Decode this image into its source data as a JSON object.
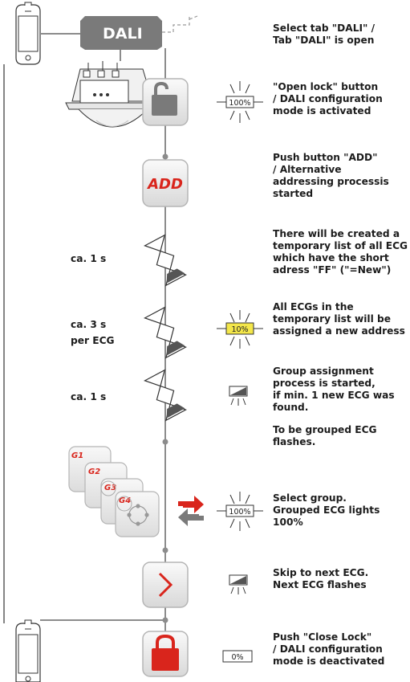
{
  "tab_label": "DALI",
  "add_button_label": "ADD",
  "descriptions": {
    "select_tab": "Select tab \"DALI\" /\nTab \"DALI\" is open",
    "open_lock": "\"Open lock\" button\n/ DALI configuration\nmode is activated",
    "push_add": "Push button \"ADD\"\n/ Alternative\naddressing processis\nstarted",
    "temp_list": "There will be created a\ntemporary list of all ECG\nwhich have the short\nadress \"FF\" (\"=New\")",
    "assign_address": "All ECGs in the\ntemporary list will be\nassigned a new address",
    "group_assignment": "Group assignment\nprocess is started,\nif min. 1 new ECG was\nfound.",
    "grouped_flash": "To be grouped ECG\nflashes.",
    "select_group": "Select group.\nGrouped ECG lights\n100%",
    "skip_next": "Skip to next  ECG.\nNext ECG flashes",
    "close_lock": "Push \"Close Lock\"\n/ DALI configuration\nmode is deactivated"
  },
  "timings": {
    "step1": "ca. 1 s",
    "step2": "ca. 3 s\nper ECG",
    "step3": "ca. 1 s"
  },
  "lamp_levels": {
    "open_lock": "100%",
    "assign": "10%",
    "select_group": "100%",
    "close_lock": "0%"
  },
  "group_labels": [
    "G1",
    "G2",
    "G3",
    "G4"
  ],
  "colors": {
    "accent_red": "#d9251c",
    "line_gray": "#8c8c8c",
    "tab_gray": "#7a7a7a",
    "highlight_yellow": "#f4e74a"
  }
}
